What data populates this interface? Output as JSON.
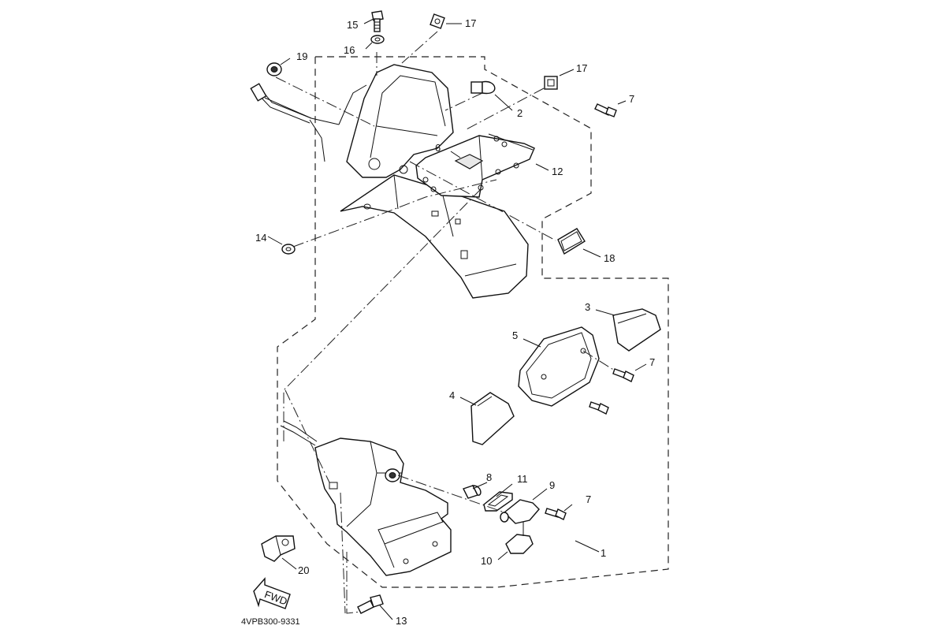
{
  "diagram": {
    "drawing_code": "4VPB300-9331",
    "fwd_label": "FWD",
    "part_labels": {
      "p1": "1",
      "p2": "2",
      "p3": "3",
      "p4": "4",
      "p5": "5",
      "p6": "6",
      "p7a": "7",
      "p7b": "7",
      "p7c": "7",
      "p8": "8",
      "p9": "9",
      "p10": "10",
      "p11": "11",
      "p12": "12",
      "p13": "13",
      "p14": "14",
      "p15": "15",
      "p16": "16",
      "p17a": "17",
      "p17b": "17",
      "p18": "18",
      "p19": "19",
      "p20": "20"
    }
  }
}
